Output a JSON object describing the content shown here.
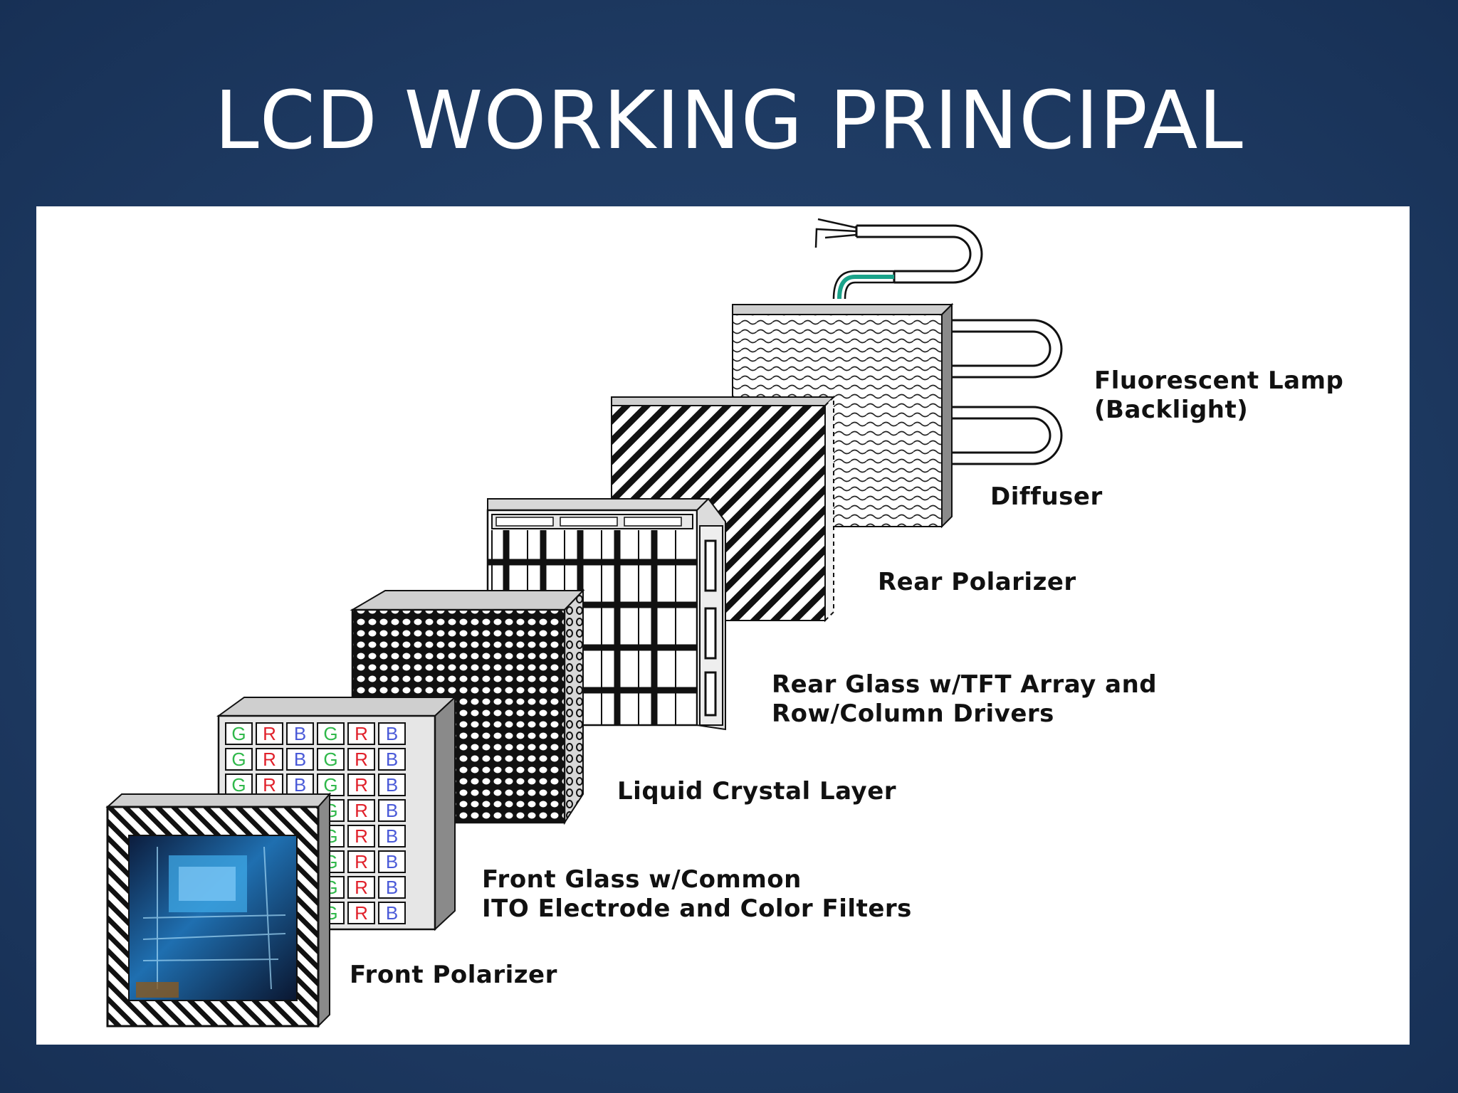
{
  "slide": {
    "title": "LCD WORKING PRINCIPAL"
  },
  "diagram": {
    "labels": {
      "lamp_line1": "Fluorescent Lamp",
      "lamp_line2": "(Backlight)",
      "diffuser": "Diffuser",
      "rear_polarizer": "Rear Polarizer",
      "rear_glass_line1": "Rear Glass w/TFT Array and",
      "rear_glass_line2": "Row/Column Drivers",
      "liquid_crystal": "Liquid Crystal Layer",
      "front_glass_line1": "Front Glass w/Common",
      "front_glass_line2": "ITO Electrode and Color Filters",
      "front_polarizer": "Front Polarizer"
    },
    "color_filter_letters": [
      "G",
      "R",
      "B",
      "G",
      "R",
      "B"
    ],
    "colors": {
      "background": "#1f3b63",
      "panel": "#ffffff",
      "filter_green": "#2fb84a",
      "filter_red": "#e0202a",
      "filter_blue": "#4a5ad8",
      "lamp_cable": "#1aa38a"
    }
  }
}
